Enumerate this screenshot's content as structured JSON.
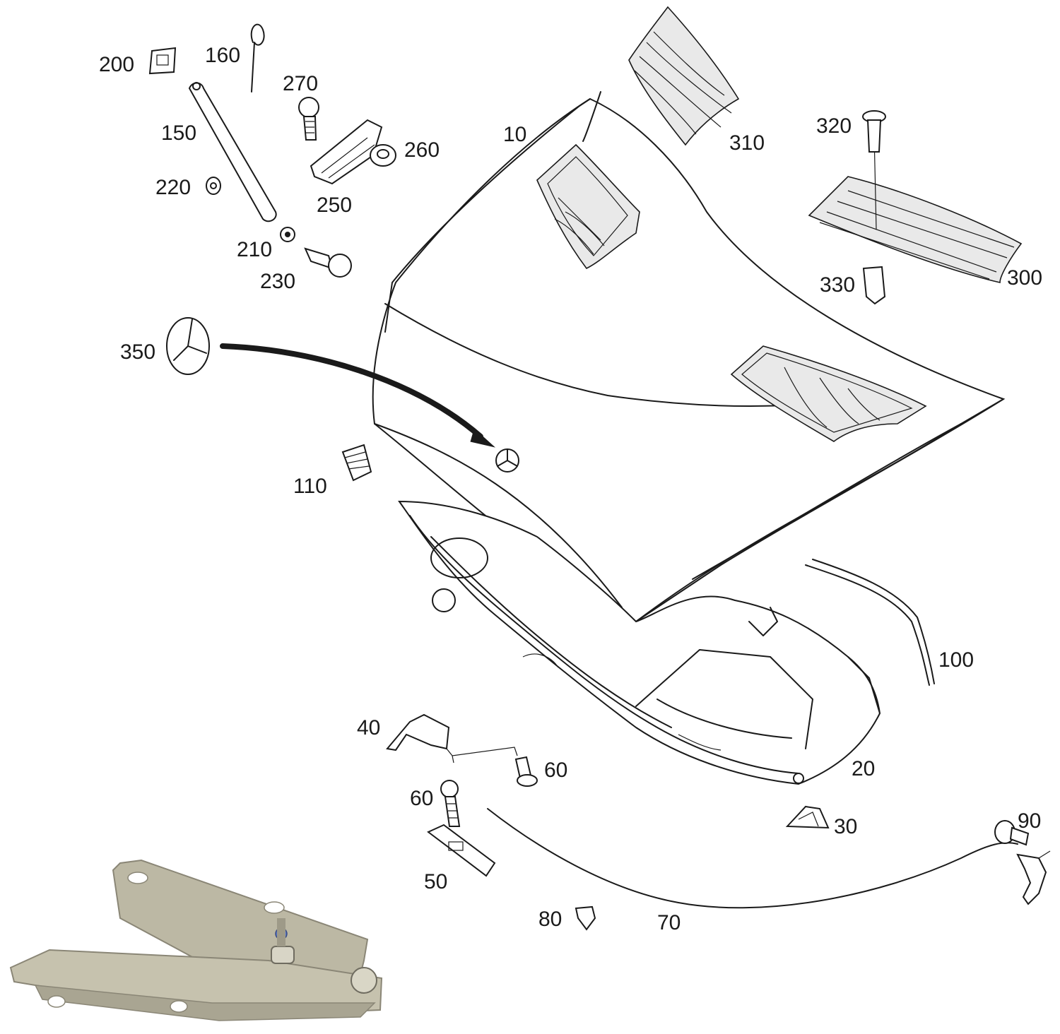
{
  "diagram": {
    "part_labels": [
      {
        "id": "p10",
        "text": "10"
      },
      {
        "id": "p20",
        "text": "20"
      },
      {
        "id": "p30",
        "text": "30"
      },
      {
        "id": "p40",
        "text": "40"
      },
      {
        "id": "p50",
        "text": "50"
      },
      {
        "id": "p60a",
        "text": "60"
      },
      {
        "id": "p60b",
        "text": "60"
      },
      {
        "id": "p70",
        "text": "70"
      },
      {
        "id": "p80",
        "text": "80"
      },
      {
        "id": "p90",
        "text": "90"
      },
      {
        "id": "p100",
        "text": "100"
      },
      {
        "id": "p110",
        "text": "110"
      },
      {
        "id": "p150",
        "text": "150"
      },
      {
        "id": "p160",
        "text": "160"
      },
      {
        "id": "p200",
        "text": "200"
      },
      {
        "id": "p210",
        "text": "210"
      },
      {
        "id": "p220",
        "text": "220"
      },
      {
        "id": "p230",
        "text": "230"
      },
      {
        "id": "p250",
        "text": "250"
      },
      {
        "id": "p260",
        "text": "260"
      },
      {
        "id": "p270",
        "text": "270"
      },
      {
        "id": "p300",
        "text": "300"
      },
      {
        "id": "p310",
        "text": "310"
      },
      {
        "id": "p320",
        "text": "320"
      },
      {
        "id": "p330",
        "text": "330"
      },
      {
        "id": "p350",
        "text": "350"
      }
    ]
  },
  "colors": {
    "line": "#1a1a1a",
    "background": "#ffffff",
    "hinge_metal": "#b9b6a3"
  }
}
